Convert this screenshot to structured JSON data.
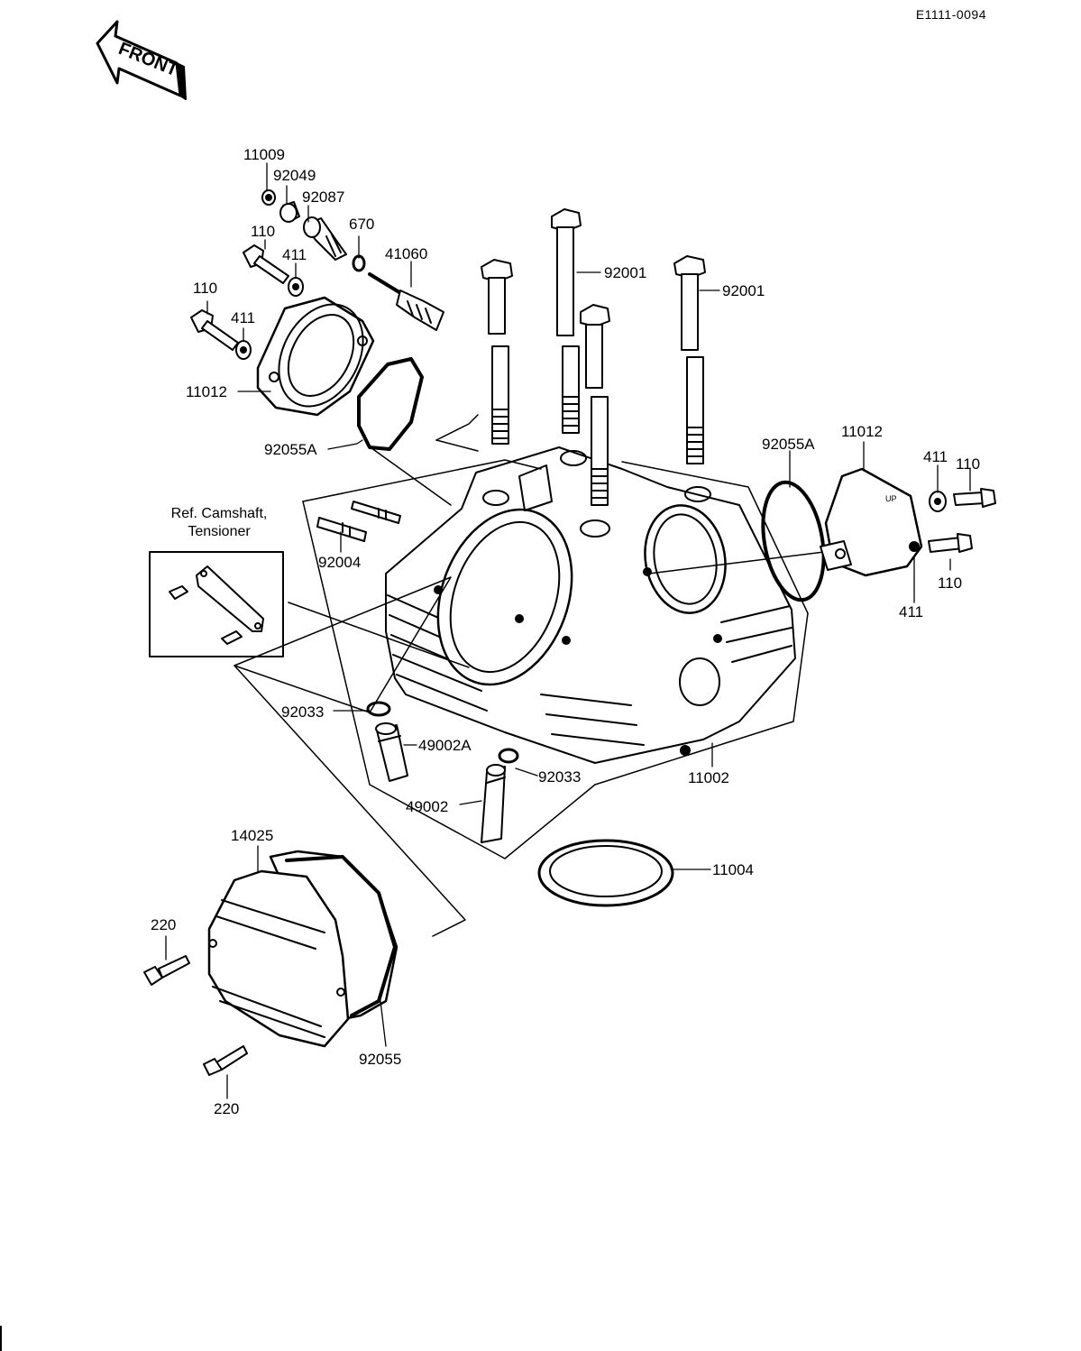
{
  "diagram_code": "E1111-0094",
  "front_label": "FRONT",
  "ref_note": {
    "line1": "Ref. Camshaft,",
    "line2": "Tensioner"
  },
  "part_labels": {
    "p11009": "11009",
    "p92049": "92049",
    "p92087": "92087",
    "p110_a": "110",
    "p670": "670",
    "p411_a": "411",
    "p41060": "41060",
    "p92001_a": "92001",
    "p92001_b": "92001",
    "p110_b": "110",
    "p411_b": "411",
    "p11012_a": "11012",
    "p92055A_a": "92055A",
    "p92055A_b": "92055A",
    "p11012_b": "11012",
    "p411_c": "411",
    "p110_c": "110",
    "p110_d": "110",
    "p411_d": "411",
    "p92004": "92004",
    "p92033_a": "92033",
    "p49002A": "49002A",
    "p92033_b": "92033",
    "p49002": "49002",
    "p11002": "11002",
    "p11004": "11004",
    "p14025": "14025",
    "p220_a": "220",
    "p220_b": "220",
    "p92055": "92055"
  }
}
